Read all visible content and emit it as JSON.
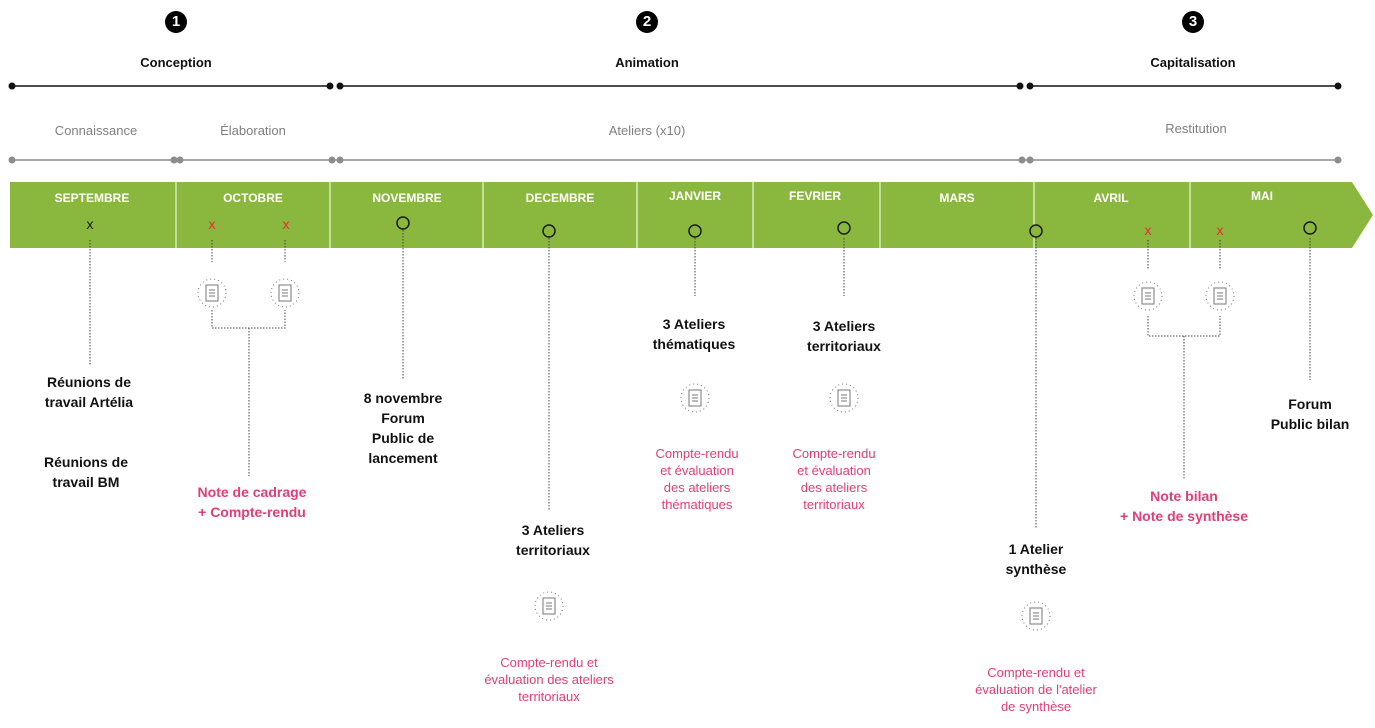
{
  "phases": [
    {
      "number": "1",
      "label": "Conception"
    },
    {
      "number": "2",
      "label": "Animation"
    },
    {
      "number": "3",
      "label": "Capitalisation"
    }
  ],
  "subphases": [
    "Connaissance",
    "Élaboration",
    "Ateliers (x10)",
    "Restitution"
  ],
  "months": [
    "SEPTEMBRE",
    "OCTOBRE",
    "NOVEMBRE",
    "DECEMBRE",
    "JANVIER",
    "FEVRIER",
    "MARS",
    "AVRIL",
    "MAI"
  ],
  "markers": {
    "cross": "x",
    "circle": "o"
  },
  "events": {
    "septembre": {
      "line1": "Réunions de",
      "line2": "travail Artélia",
      "line3": "Réunions de",
      "line4": "travail BM"
    },
    "octobre": {
      "line1": "Note de cadrage",
      "line2": "+ Compte-rendu"
    },
    "novembre": {
      "line1": "8 novembre",
      "line2": "Forum",
      "line3": "Public de",
      "line4": "lancement"
    },
    "decembre": {
      "title1": "3 Ateliers",
      "title2": "territoriaux",
      "doc1": "Compte-rendu et",
      "doc2": "évaluation des ateliers",
      "doc3": "territoriaux"
    },
    "janvier": {
      "title1": "3 Ateliers",
      "title2": "thématiques",
      "doc1": "Compte-rendu",
      "doc2": "et évaluation",
      "doc3": "des ateliers",
      "doc4": "thématiques"
    },
    "fevrier": {
      "title1": "3 Ateliers",
      "title2": "territoriaux",
      "doc1": "Compte-rendu",
      "doc2": "et évaluation",
      "doc3": "des ateliers",
      "doc4": "territoriaux"
    },
    "mars": {
      "title1": "1 Atelier",
      "title2": "synthèse",
      "doc1": "Compte-rendu et",
      "doc2": "évaluation de l'atelier",
      "doc3": "de synthèse"
    },
    "avril": {
      "line1": "Note bilan",
      "line2": "+ Note de synthèse"
    },
    "mai": {
      "line1": "Forum",
      "line2": "Public bilan"
    }
  },
  "colors": {
    "green": "#8ab83e",
    "pink": "#e03e76",
    "red": "#e53030",
    "grey": "#8c8c8c"
  }
}
